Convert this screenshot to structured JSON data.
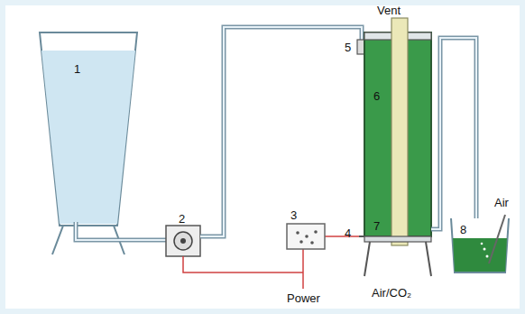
{
  "diagram": {
    "labels": [
      "1",
      "2",
      "3",
      "4",
      "5",
      "Vent",
      "6",
      "7",
      "Power",
      "Air/CO₂",
      "8",
      "Air"
    ]
  }
}
